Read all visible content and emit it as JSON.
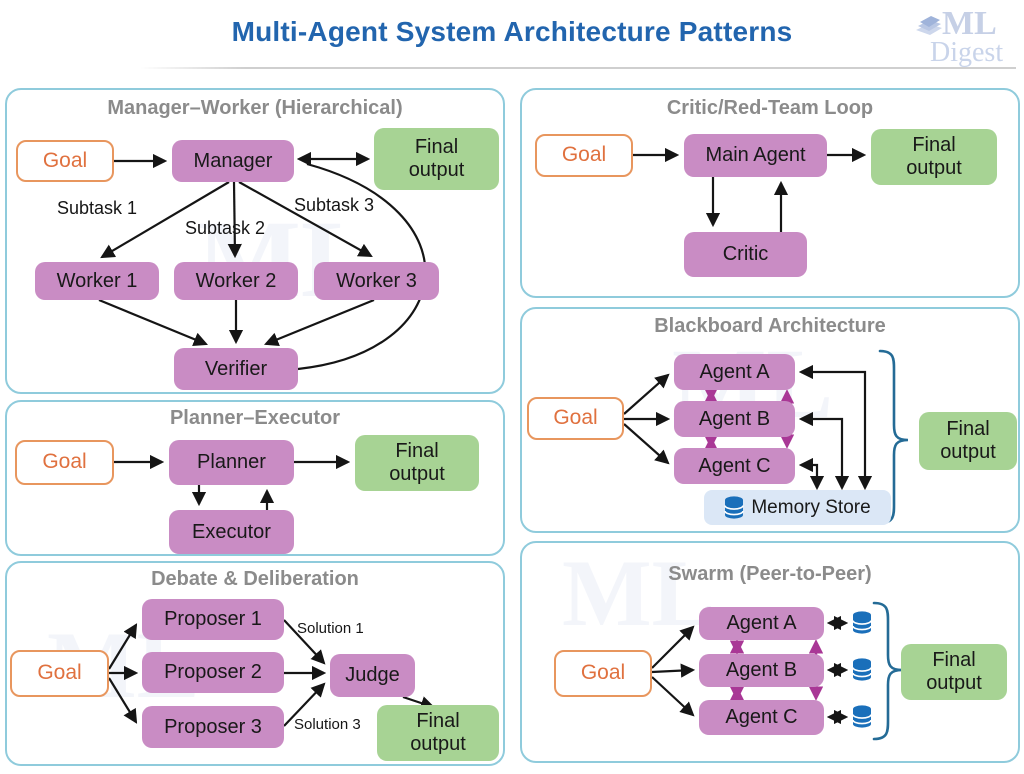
{
  "header": {
    "title": "Multi-Agent System Architecture Patterns",
    "logo_line1": "ML",
    "logo_line2": "Digest"
  },
  "colors": {
    "title_blue": "#2265ae",
    "panel_border": "#8fcbdc",
    "panel_title_gray": "#8b8b8b",
    "node_purple": "#c98cc4",
    "node_green": "#a7d394",
    "goal_border_orange": "#e8965e",
    "goal_text_orange": "#e0713f",
    "memory_bg_blue": "#dbe7f6",
    "database_icon_blue": "#1a6fba",
    "magenta_arrow": "#a93896",
    "brace_blue": "#246b96",
    "arrow_black": "#151515"
  },
  "panels": {
    "manager_worker": {
      "title": "Manager–Worker (Hierarchical)",
      "goal": "Goal",
      "manager": "Manager",
      "final_output": "Final\noutput",
      "subtask1": "Subtask 1",
      "subtask2": "Subtask 2",
      "subtask3": "Subtask 3",
      "worker1": "Worker 1",
      "worker2": "Worker 2",
      "worker3": "Worker 3",
      "verifier": "Verifier"
    },
    "critic_loop": {
      "title": "Critic/Red-Team Loop",
      "goal": "Goal",
      "main_agent": "Main Agent",
      "critic": "Critic",
      "final_output": "Final\noutput"
    },
    "blackboard": {
      "title": "Blackboard Architecture",
      "goal": "Goal",
      "agent_a": "Agent A",
      "agent_b": "Agent B",
      "agent_c": "Agent C",
      "memory_store": "Memory Store",
      "final_output": "Final\noutput"
    },
    "planner_executor": {
      "title": "Planner–Executor",
      "goal": "Goal",
      "planner": "Planner",
      "executor": "Executor",
      "final_output": "Final\noutput"
    },
    "debate": {
      "title": "Debate & Deliberation",
      "goal": "Goal",
      "proposer1": "Proposer 1",
      "proposer2": "Proposer 2",
      "proposer3": "Proposer 3",
      "judge": "Judge",
      "solution1": "Solution 1",
      "solution3": "Solution 3",
      "final_output": "Final\noutput"
    },
    "swarm": {
      "title": "Swarm (Peer-to-Peer)",
      "goal": "Goal",
      "agent_a": "Agent A",
      "agent_b": "Agent B",
      "agent_c": "Agent C",
      "final_output": "Final\noutput"
    }
  }
}
